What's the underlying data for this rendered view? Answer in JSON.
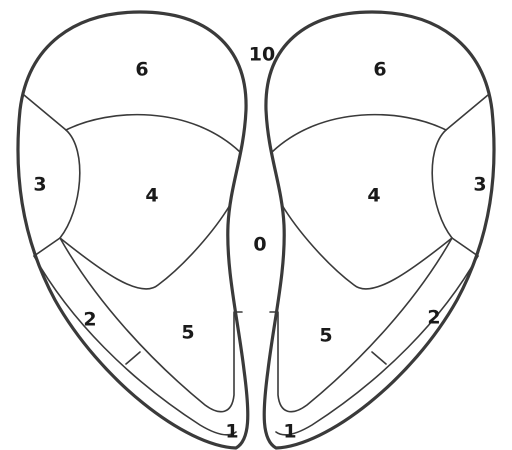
{
  "diagram": {
    "left_lobe": {
      "zones": [
        "6",
        "3",
        "4",
        "2",
        "5",
        "1"
      ]
    },
    "right_lobe": {
      "zones": [
        "6",
        "3",
        "4",
        "2",
        "5",
        "1"
      ]
    },
    "center_labels": [
      "10",
      "0"
    ],
    "stroke_color": "#3a3a3a",
    "label_color": "#1a1a1a"
  }
}
